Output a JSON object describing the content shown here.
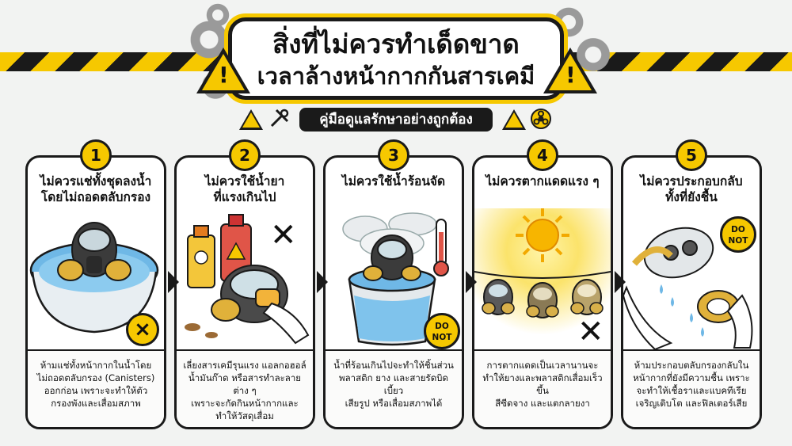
{
  "header": {
    "title_line1": "สิ่งที่ไม่ควรทำเด็ดขาด",
    "title_line2": "เวลาล้างหน้ากากกันสารเคมี",
    "subtitle": "คู่มือดูแลรักษาอย่างถูกต้อง",
    "warning_glyph": "!",
    "icons": [
      "skull-warning-icon",
      "wrench-screwdriver-icon",
      "warning-icon",
      "biohazard-icon"
    ]
  },
  "steps": [
    {
      "number": "1",
      "title_lines": [
        "ไม่ควรแช่ทั้งชุดลงน้ำ",
        "โดยไม่ถอดตลับกรอง"
      ],
      "description_lines": [
        "ห้ามแช่ทั้งหน้ากากในน้ำโดย",
        "ไม่ถอดตลับกรอง (Canisters)",
        "ออกก่อน เพราะจะทำให้ตัว",
        "กรองพังและเสื่อมสภาพ"
      ],
      "mark": "×"
    },
    {
      "number": "2",
      "title_lines": [
        "ไม่ควรใช้น้ำยา",
        "ที่แรงเกินไป"
      ],
      "description_lines": [
        "เลี่ยงสารเคมีรุนแรง แอลกอฮอล์",
        "น้ำมันก๊าด หรือสารทำละลายต่าง ๆ",
        "เพราะจะกัดกินหน้ากากและ",
        "ทำให้วัสดุเสื่อม"
      ],
      "mark": "✕"
    },
    {
      "number": "3",
      "title_lines": [
        "ไม่ควรใช้น้ำร้อนจัด"
      ],
      "description_lines": [
        "น้ำที่ร้อนเกินไปจะทำให้ชิ้นส่วน",
        "พลาสติก ยาง และสายรัดบิดเบี้ยว",
        "เสียรูป หรือเสื่อมสภาพได้"
      ],
      "do_not_lines": [
        "DO",
        "NOT"
      ]
    },
    {
      "number": "4",
      "title_lines": [
        "ไม่ควรตากแดดแรง ๆ"
      ],
      "description_lines": [
        "การตากแดดเป็นเวลานานจะ",
        "ทำให้ยางและพลาสติกเสื่อมเร็วขึ้น",
        "สีซีดจาง และแตกลายงา"
      ],
      "mark": "✕"
    },
    {
      "number": "5",
      "title_lines": [
        "ไม่ควรประกอบกลับ",
        "ทั้งที่ยังชื้น"
      ],
      "description_lines": [
        "ห้ามประกอบตลับกรองกลับใน",
        "หน้ากากที่ยังมีความชื้น เพราะ",
        "จะทำให้เชื้อราและแบคทีเรีย",
        "เจริญเติบโต และฟิลเตอร์เสีย"
      ],
      "do_not_lines": [
        "DO",
        "NOT"
      ]
    }
  ],
  "colors": {
    "accent_yellow": "#f6c800",
    "ink": "#1a1a1a",
    "water_blue": "#6fb8e6",
    "background": "#f2f3f2"
  }
}
